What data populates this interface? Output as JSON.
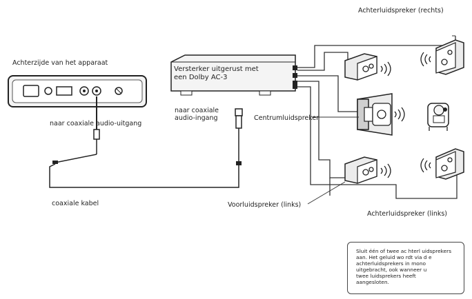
{
  "labels": {
    "device_back": "Achterzijde van het apparaat",
    "coax_out": "naar coaxiale audio-uitgang",
    "amplifier_line1": "Versterker uitgerust met",
    "amplifier_line2": "een Dolby AC-3",
    "coax_in_line1": "naar coaxiale",
    "coax_in_line2": "audio-ingang",
    "center_speaker": "Centrumluidspreker",
    "coax_cable": "coaxiale kabel",
    "front_speaker": "Voorluidspreker (links)",
    "rear_right": "Achterluidspreker (rechts)",
    "rear_left": "Achterluidspreker (links)"
  },
  "note": {
    "lines": [
      "Sluit één of twee ac hterl uidsprekers",
      "aan. Het geluid wo rdt via d e",
      "achterluidsprekers in mono",
      "uitgebracht, ook wanneer u",
      "twee luidsprekers heeft",
      "aangesloten."
    ]
  },
  "colors": {
    "line": "#333333",
    "fill": "#ececec",
    "dark": "#222222"
  }
}
